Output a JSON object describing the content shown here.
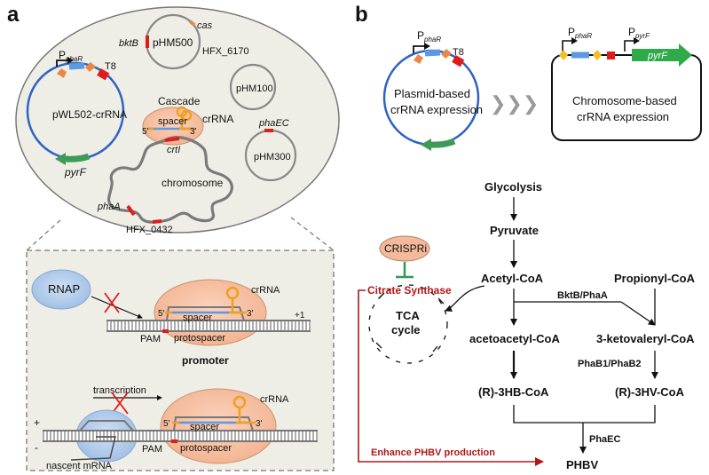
{
  "panel_a": {
    "label": "a",
    "cell": {
      "plasmid_pwl502": {
        "name": "pWL502-crRNA",
        "promoter": "P",
        "promoter_sub": "phaR",
        "terminator": "T8",
        "marker": "pyrF"
      },
      "plasmid_phm500": {
        "name": "pHM500",
        "genes": [
          "bktB",
          "cas",
          "HFX_6170"
        ]
      },
      "plasmid_phm100": {
        "name": "pHM100"
      },
      "plasmid_phm300": {
        "name": "pHM300",
        "gene": "phaEC"
      },
      "cascade": {
        "title": "Cascade",
        "spacer": "spacer",
        "crrna": "crRNA",
        "five": "5'",
        "three": "3'"
      },
      "chromosome": {
        "name": "chromosome",
        "gene_crti": "crtI",
        "gene_phaa": "phaA",
        "gene_hfx0432": "HFX_0432"
      }
    },
    "zoom": {
      "top": {
        "rnap": "RNAP",
        "crrna": "crRNA",
        "spacer": "spacer",
        "five": "5'",
        "three": "3'",
        "plus1": "+1",
        "pam": "PAM",
        "protospacer": "protospacer",
        "promoter": "promoter"
      },
      "bottom": {
        "transcription": "transcription",
        "crrna": "crRNA",
        "spacer": "spacer",
        "five": "5'",
        "three": "3'",
        "pam": "PAM",
        "protospacer": "protospacer",
        "plus": "+",
        "minus": "-",
        "nascent": "nascent mRNA"
      }
    }
  },
  "panel_b": {
    "label": "b",
    "plasmid": {
      "promoter": "P",
      "promoter_sub": "phaR",
      "terminator": "T8",
      "line1": "Plasmid-based",
      "line2": "crRNA expression"
    },
    "chromosome": {
      "promoter1": "P",
      "promoter1_sub": "phaR",
      "promoter2": "P",
      "promoter2_sub": "pyrF",
      "gene": "pyrF",
      "line1": "Chromosome-based",
      "line2": "crRNA expression"
    },
    "arrows": "❯❯❯",
    "pathway": {
      "glycolysis": "Glycolysis",
      "pyruvate": "Pyruvate",
      "acetyl_coa": "Acetyl-CoA",
      "propionyl_coa": "Propionyl-CoA",
      "bktb_phaa": "BktB/PhaA",
      "acetoacetyl_coa": "acetoacetyl-CoA",
      "ketovaleryl_coa": "3-ketovaleryl-CoA",
      "phab": "PhaB1/PhaB2",
      "hb_coa": "(R)-3HB-CoA",
      "hv_coa": "(R)-3HV-CoA",
      "phaec": "PhaEC",
      "phbv": "PHBV",
      "tca1": "TCA",
      "tca2": "cycle",
      "crispri": "CRISPRi",
      "citrate": "Citrate Synthase",
      "enhance": "Enhance PHBV production"
    },
    "colors": {
      "highlight": "#b01818",
      "inhibit": "#2e9a55"
    }
  }
}
